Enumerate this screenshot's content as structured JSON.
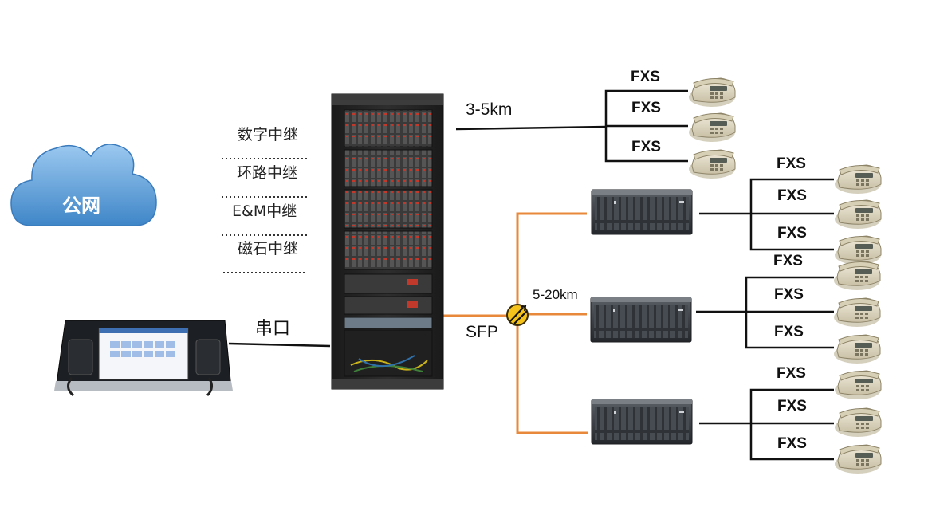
{
  "cloud": {
    "label": "公网",
    "color": "#4a9ad8"
  },
  "trunks": [
    "数字中继",
    "环路中继",
    "E&M中继",
    "磁石中继"
  ],
  "links": {
    "serial": "串口",
    "direct_distance": "3-5km",
    "fiber_distance": "5-20km",
    "fiber_type": "SFP"
  },
  "fxs_label": "FXS",
  "colors": {
    "fiber": "#e8883a",
    "copper": "#111111",
    "splitter": "#f4c21a"
  },
  "icons": [
    "cloud-icon",
    "server-rack-icon",
    "dispatch-console-icon",
    "access-gateway-icon",
    "telephone-icon",
    "optical-splitter-icon"
  ]
}
